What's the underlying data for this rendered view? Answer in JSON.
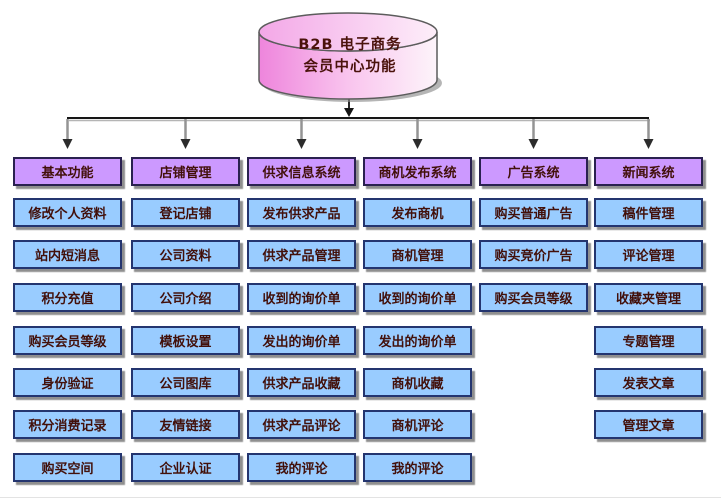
{
  "root": {
    "title_line1": "B2B 电子商务",
    "title_line2": "会员中心功能"
  },
  "columns": [
    {
      "header": "基本功能",
      "items": [
        "修改个人资料",
        "站内短消息",
        "积分充值",
        "购买会员等级",
        "身份验证",
        "积分消费记录",
        "购买空间"
      ]
    },
    {
      "header": "店铺管理",
      "items": [
        "登记店铺",
        "公司资料",
        "公司介绍",
        "模板设置",
        "公司图库",
        "友情链接",
        "企业认证"
      ]
    },
    {
      "header": "供求信息系统",
      "items": [
        "发布供求产品",
        "供求产品管理",
        "收到的询价单",
        "发出的询价单",
        "供求产品收藏",
        "供求产品评论",
        "我的评论"
      ]
    },
    {
      "header": "商机发布系统",
      "items": [
        "发布商机",
        "商机管理",
        "收到的询价单",
        "发出的询价单",
        "商机收藏",
        "商机评论",
        "我的评论"
      ]
    },
    {
      "header": "广告系统",
      "items": [
        "购买普通广告",
        "购买竞价广告",
        "购买会员等级"
      ]
    },
    {
      "header": "新闻系统",
      "items": [
        "稿件管理",
        "评论管理",
        "收藏夹管理",
        "专题管理",
        "发表文章",
        "管理文章"
      ]
    }
  ],
  "colors": {
    "header_fill": "#cc99ff",
    "item_fill": "#99ccff",
    "box_border": "#24356f",
    "box_text": "#42100a",
    "cylinder_pink": "#ef86dd",
    "cylinder_text": "#4a120b",
    "connector_line": "#1b1b1b",
    "branch_line": "#8f8f8f",
    "shadow": "#8f8f8f",
    "background": "#ffffff"
  }
}
